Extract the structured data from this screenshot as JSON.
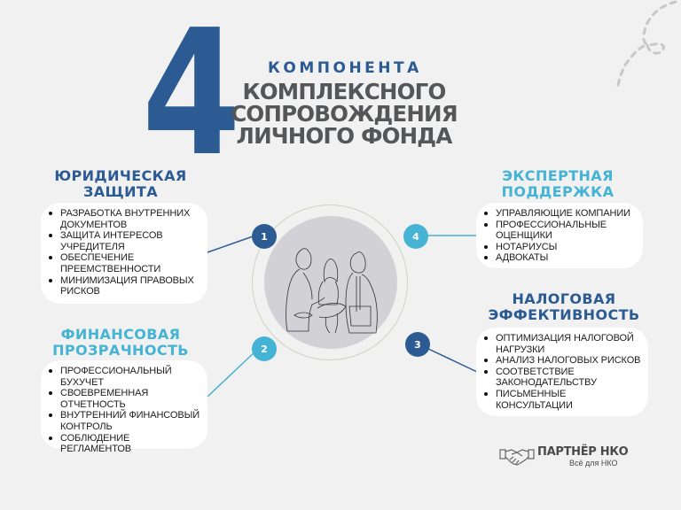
{
  "header": {
    "number": "4",
    "subtitle": "КОМПОНЕНТА",
    "title_lines": [
      "КОМПЛЕКСНОГО",
      "СОПРОВОЖДЕНИЯ",
      "ЛИЧНОГО ФОНДА"
    ]
  },
  "sections": [
    {
      "number": "1",
      "title_lines": [
        "ЮРИДИЧЕСКАЯ",
        "ЗАЩИТА"
      ],
      "color": "#2c5b94",
      "items": [
        "РАЗРАБОТКА ВНУТРЕННИХ ДОКУМЕНТОВ",
        "ЗАЩИТА ИНТЕРЕСОВ УЧРЕДИТЕЛЯ",
        "ОБЕСПЕЧЕНИЕ ПРЕЕМСТВЕННОСТИ",
        "МИНИМИЗАЦИЯ ПРАВОВЫХ РИСКОВ"
      ]
    },
    {
      "number": "2",
      "title_lines": [
        "ФИНАНСОВАЯ",
        "ПРОЗРАЧНОСТЬ"
      ],
      "color": "#45b3d3",
      "items": [
        "ПРОФЕССИОНАЛЬНЫЙ БУХУЧЕТ",
        "СВОЕВРЕМЕННАЯ ОТЧЕТНОСТЬ",
        "ВНУТРЕННИЙ ФИНАНСОВЫЙ КОНТРОЛЬ",
        "СОБЛЮДЕНИЕ РЕГЛАМЕНТОВ"
      ]
    },
    {
      "number": "3",
      "title_lines": [
        "НАЛОГОВАЯ",
        "ЭФФЕКТИВНОСТЬ"
      ],
      "color": "#2c5b94",
      "items": [
        "ОПТИМИЗАЦИЯ НАЛОГОВОЙ НАГРУЗКИ",
        "АНАЛИЗ НАЛОГОВЫХ РИСКОВ",
        "СООТВЕТСТВИЕ ЗАКОНОДАТЕЛЬСТВУ",
        "ПИСЬМЕННЫЕ КОНСУЛЬТАЦИИ"
      ]
    },
    {
      "number": "4",
      "title_lines": [
        "ЭКСПЕРТНАЯ",
        "ПОДДЕРЖКА"
      ],
      "color": "#45b3d3",
      "items": [
        "УПРАВЛЯЮЩИЕ КОМПАНИИ",
        "ПРОФЕССИОНАЛЬНЫЕ ОЦЕНЩИКИ",
        "НОТАРИУСЫ",
        "АДВОКАТЫ"
      ]
    }
  ],
  "center_image": {
    "icon": "business-meeting-line-art-icon"
  },
  "logo": {
    "icon": "handshake-icon",
    "name": "ПАРТНЁР НКО",
    "tagline": "Всё для НКО"
  },
  "colors": {
    "primary": "#2c5b94",
    "accent": "#45b3d3",
    "title_gray": "#555657",
    "background": "#f1f1f2"
  }
}
